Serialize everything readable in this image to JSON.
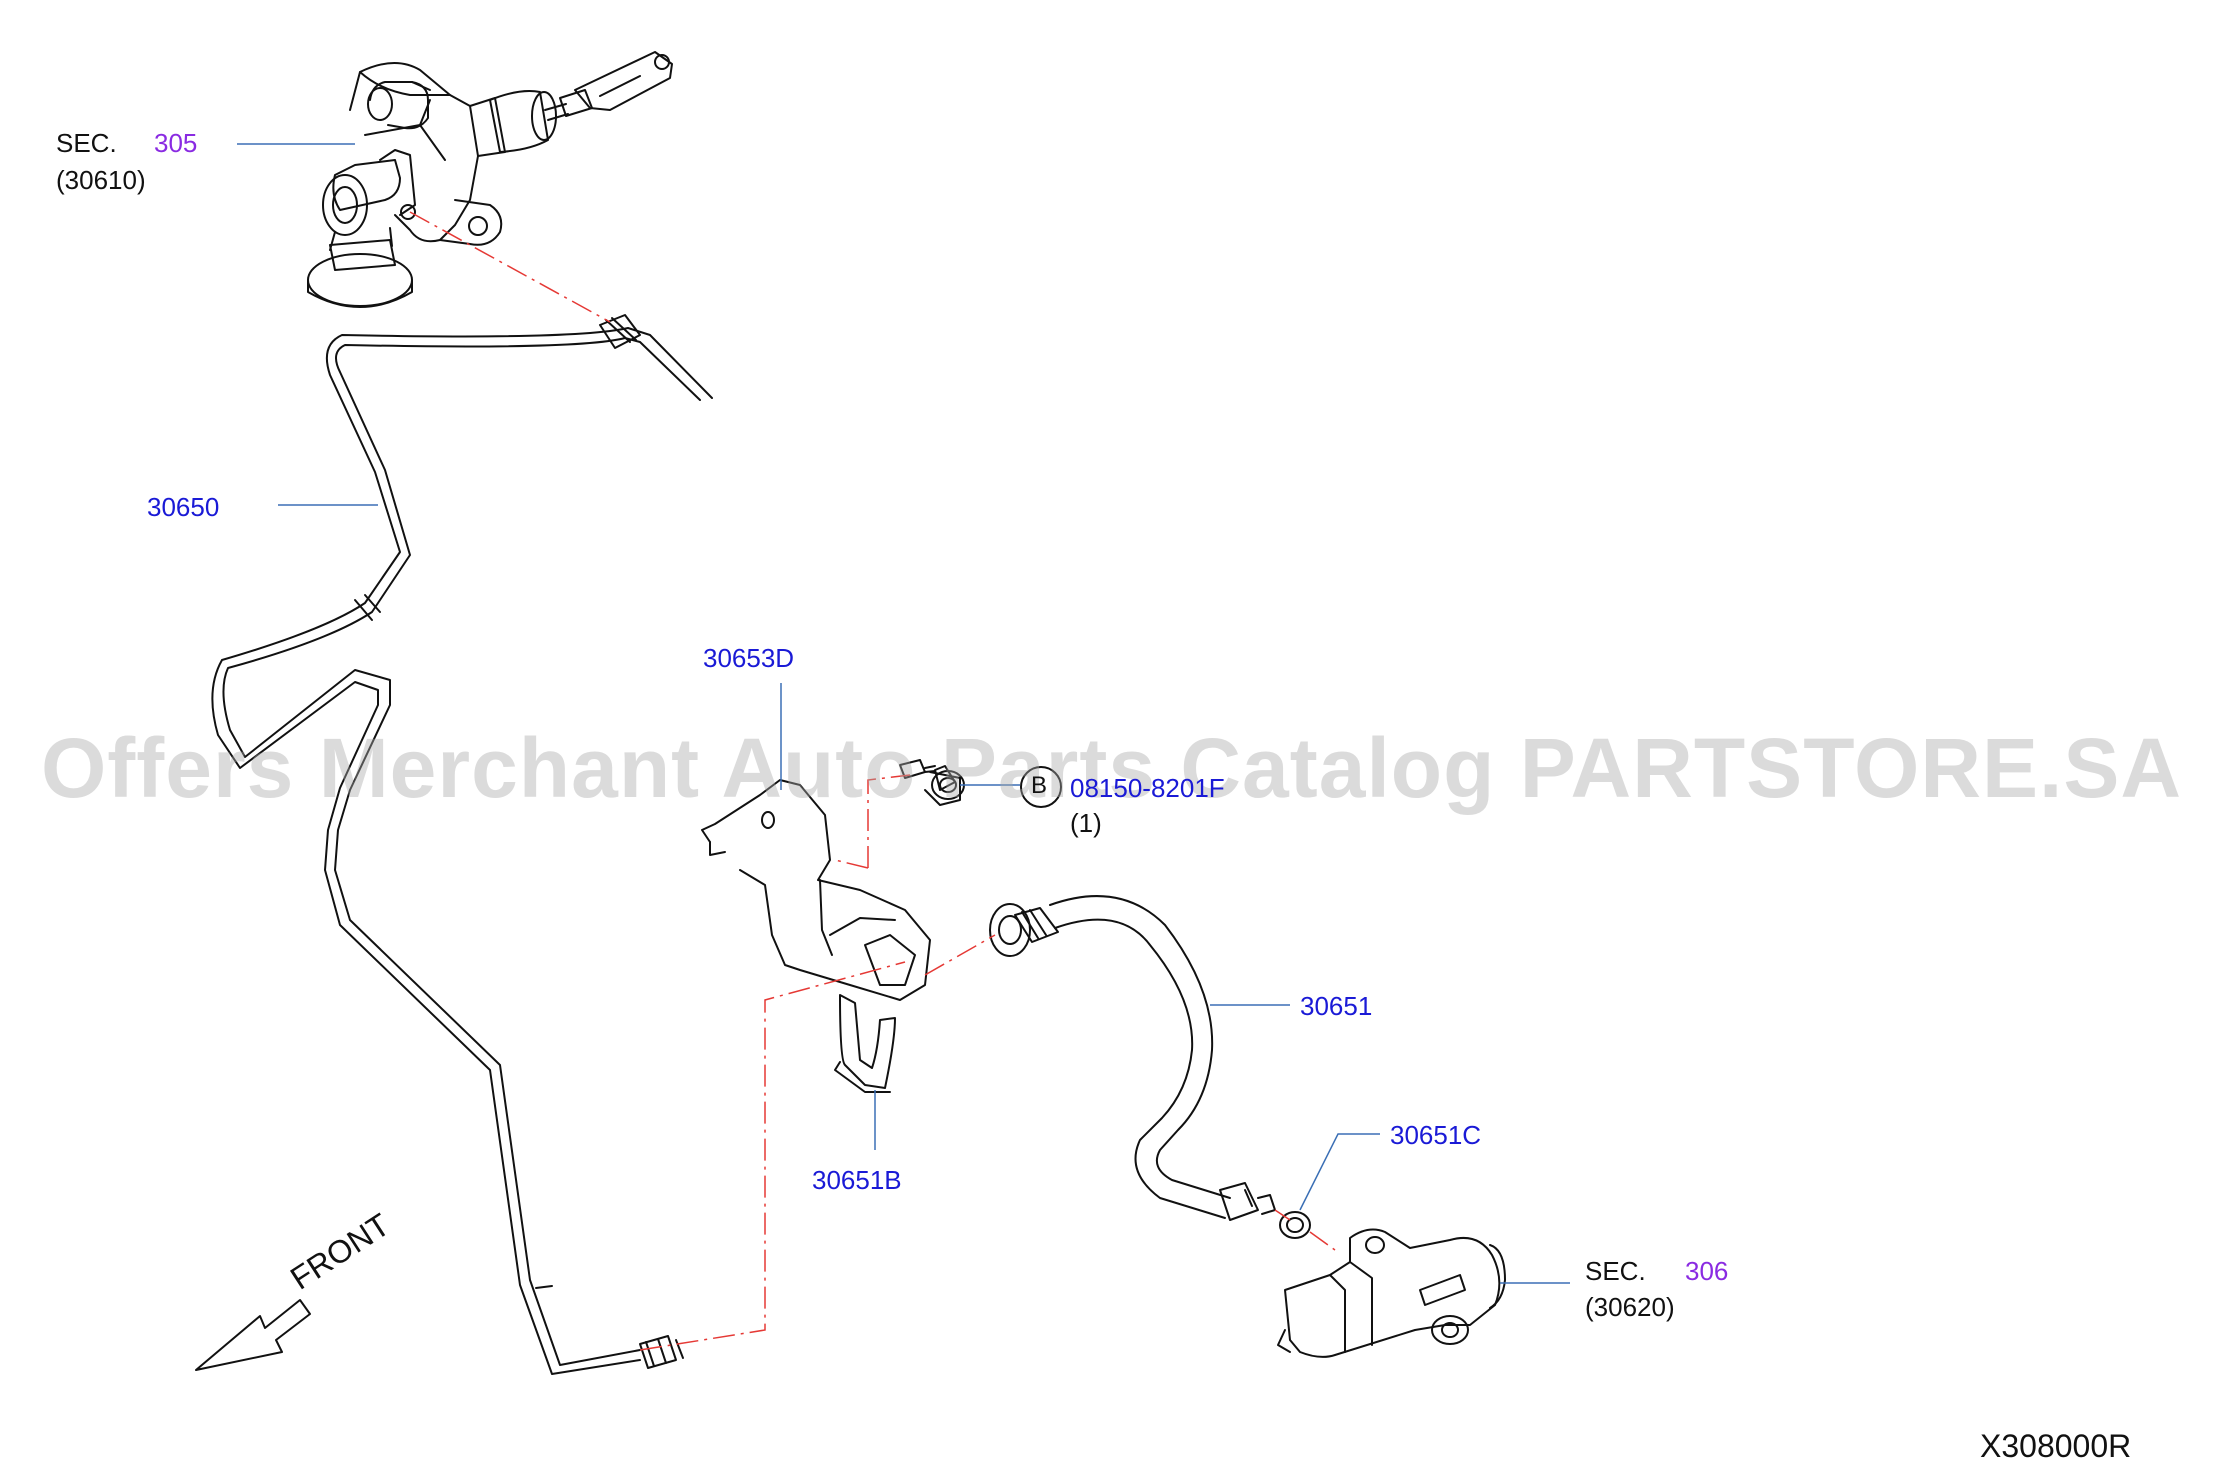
{
  "watermark": "Offers Merchant Auto Parts Catalog PARTSTORE.SA",
  "diagram_id": "X308000R",
  "direction_label": "FRONT",
  "colors": {
    "part_link": "#1a1ad6",
    "section_link": "#8a2be2",
    "leader": "#3b6fb5",
    "centerline": "#e53935",
    "text": "#111111"
  },
  "sections": [
    {
      "prefix": "SEC.",
      "number": "305",
      "part": "(30610)"
    },
    {
      "prefix": "SEC.",
      "number": "306",
      "part": "(30620)"
    }
  ],
  "parts": {
    "p30650": "30650",
    "p30653D": "30653D",
    "p08150": "08150-8201F",
    "p08150_qty": "(1)",
    "p08150_marker": "B",
    "p30651": "30651",
    "p30651B": "30651B",
    "p30651C": "30651C"
  }
}
